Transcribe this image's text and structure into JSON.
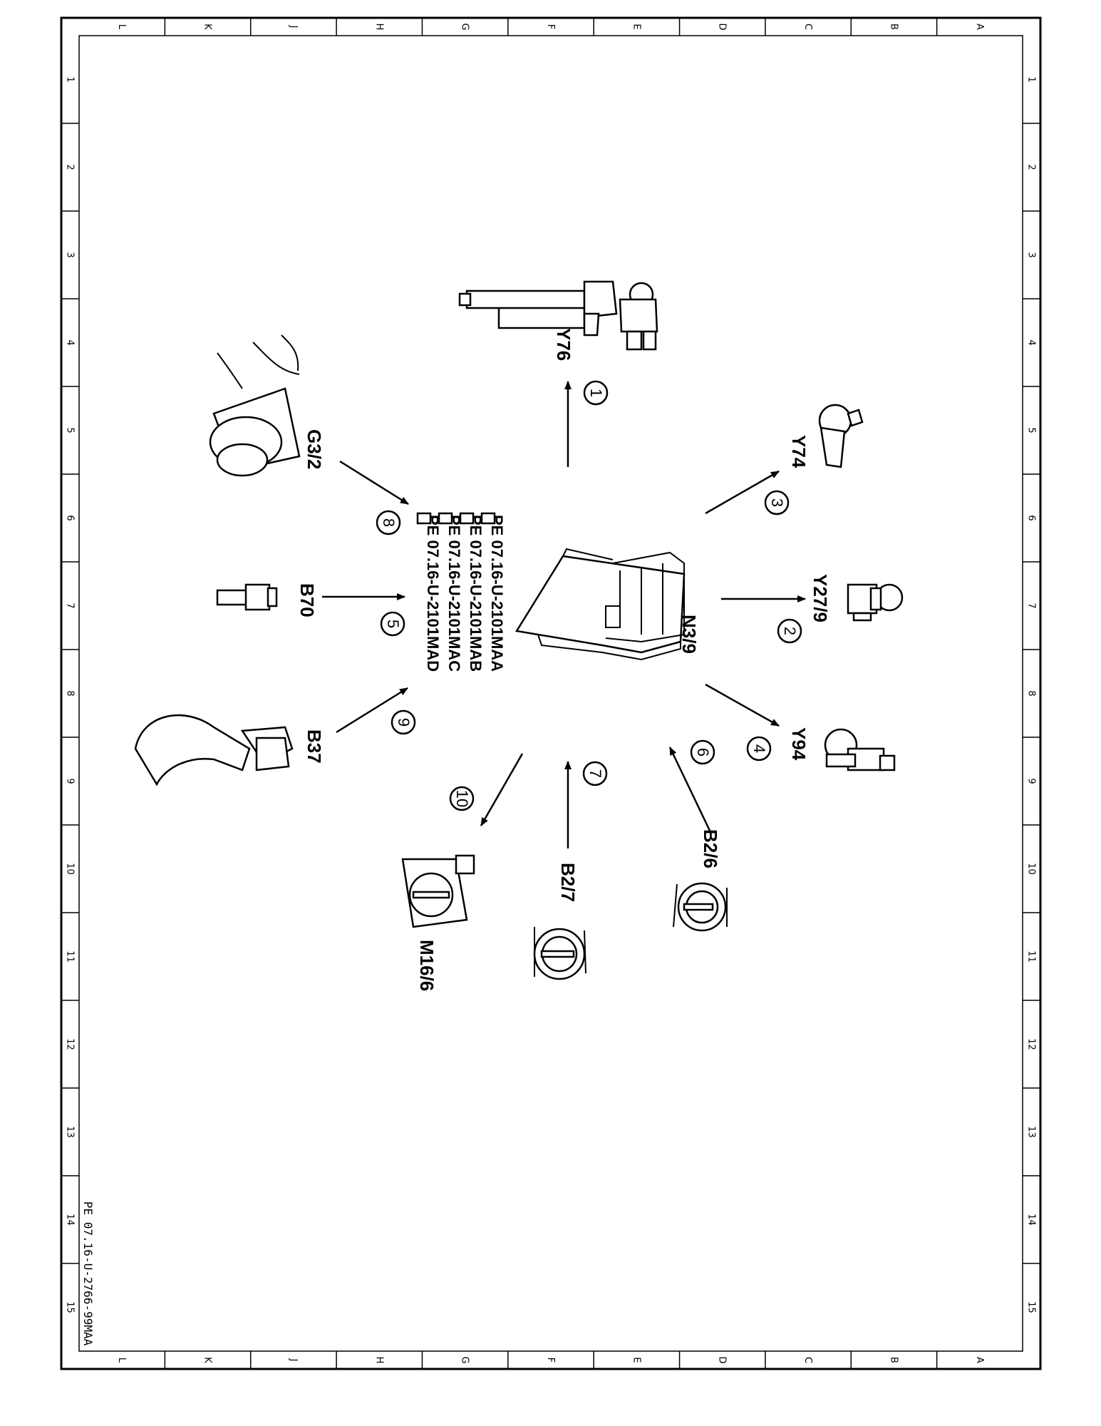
{
  "sheet": {
    "document_id": "PE 07.16-U-2766-99MAA",
    "column_letters": [
      "L",
      "K",
      "J",
      "H",
      "G",
      "F",
      "E",
      "D",
      "C",
      "B",
      "A"
    ],
    "row_numbers": [
      "1",
      "2",
      "3",
      "4",
      "5",
      "6",
      "7",
      "8",
      "9",
      "10",
      "11",
      "12",
      "13",
      "14",
      "15"
    ]
  },
  "center": {
    "label": "N3/9",
    "references": [
      "PE 07.16-U-2101MAA",
      "PE 07.16-U-2101MAB",
      "PE 07.16-U-2101MAC",
      "PE 07.16-U-2101MAD"
    ]
  },
  "components": [
    {
      "number": "1",
      "label": "Y76",
      "direction": "output"
    },
    {
      "number": "2",
      "label": "Y27/9",
      "direction": "output"
    },
    {
      "number": "3",
      "label": "Y74",
      "direction": "output"
    },
    {
      "number": "4",
      "label": "Y94",
      "direction": "output"
    },
    {
      "number": "5",
      "label": "B70",
      "direction": "input"
    },
    {
      "number": "6",
      "label": "B2/6",
      "direction": "input"
    },
    {
      "number": "7",
      "label": "B2/7",
      "direction": "input"
    },
    {
      "number": "8",
      "label": "G3/2",
      "direction": "input"
    },
    {
      "number": "9",
      "label": "B37",
      "direction": "input"
    },
    {
      "number": "10",
      "label": "M16/6",
      "direction": "output"
    }
  ]
}
